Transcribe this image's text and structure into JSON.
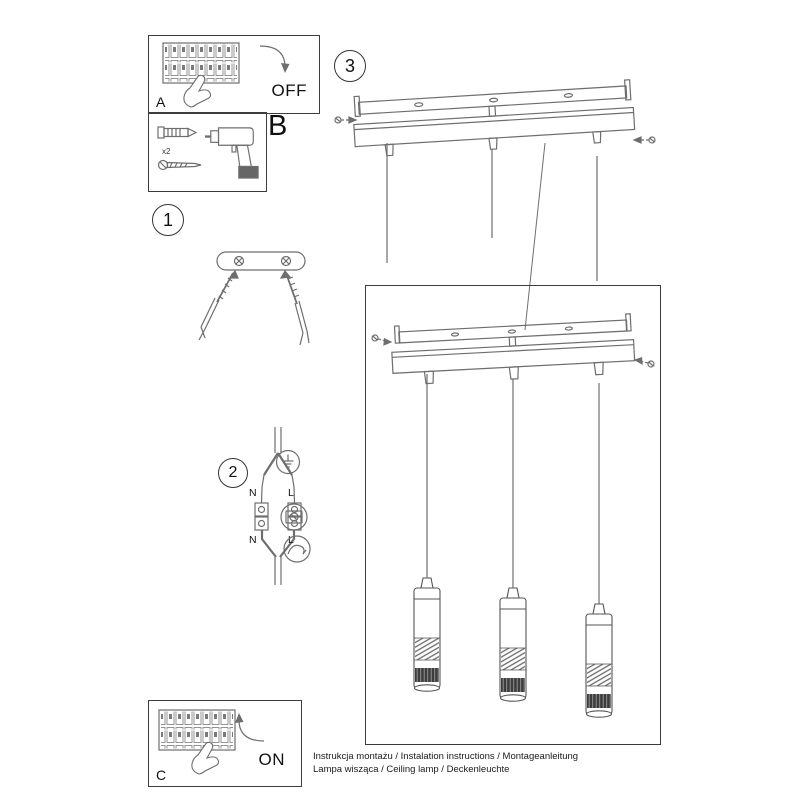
{
  "steps": {
    "a": {
      "label": "A",
      "action": "OFF"
    },
    "b": {
      "label": "B",
      "qty": "x2"
    },
    "one": {
      "label": "1"
    },
    "two": {
      "label": "2"
    },
    "three": {
      "label": "3"
    },
    "c": {
      "label": "C",
      "action": "ON"
    }
  },
  "wiring": {
    "n_top": "N",
    "l_top": "L",
    "n_bottom": "N",
    "l_bottom": "L"
  },
  "footer": {
    "line1": "Instrukcja montażu / Instalation instructions / Montageanleitung",
    "line2": "Lampa wisząca / Ceiling lamp / Deckenleuchte"
  }
}
